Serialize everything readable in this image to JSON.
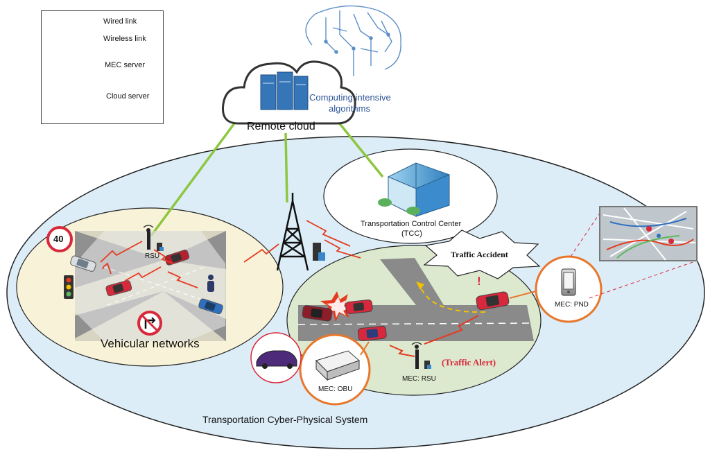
{
  "legend": {
    "wired": "Wired link",
    "wireless": "Wireless link",
    "mec": "MEC server",
    "cloud": "Cloud server"
  },
  "cloud": {
    "title": "Remote cloud",
    "algorithms_line1": "Computing intensive",
    "algorithms_line2": "algorithms"
  },
  "tcc": {
    "line1": "Transportation Control Center",
    "line2": "(TCC)"
  },
  "vehicular": {
    "title": "Vehicular networks",
    "rsu": "RSU",
    "speed_sign": "40"
  },
  "accident_scene": {
    "accident_label": "Traffic Accident",
    "exclamation": "!",
    "alert": "(Traffic Alert)",
    "rsu_label": "MEC: RSU",
    "obu_label": "MEC: OBU",
    "pnd_label": "MEC: PND"
  },
  "system_label": "Transportation Cyber-Physical System",
  "colors": {
    "wired": "#8dc63f",
    "wireless": "#e53a1f",
    "outer_ellipse": "#dcedf8",
    "vehicular_fill": "#f8f3d8",
    "accident_fill": "#dde9cf",
    "orange_ring": "#e8762b",
    "car_red": "#d8283b",
    "road": "#8a8a8a"
  }
}
